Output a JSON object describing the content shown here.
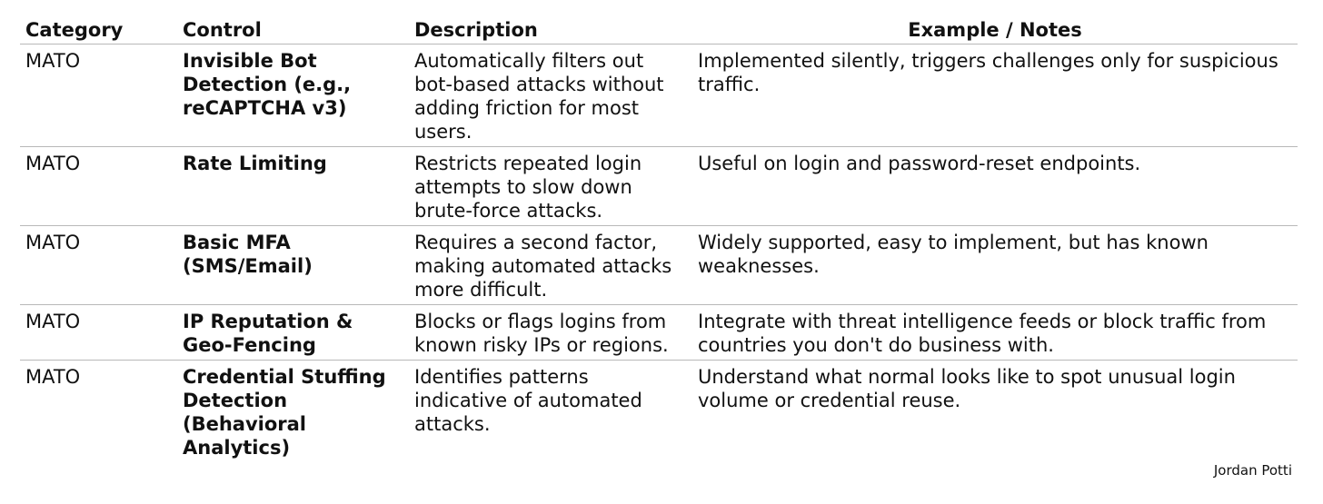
{
  "table": {
    "headers": {
      "category": "Category",
      "control": "Control",
      "description": "Description",
      "notes": "Example / Notes"
    },
    "rows": [
      {
        "category": "MATO",
        "control": "Invisible Bot Detection (e.g., reCAPTCHA v3)",
        "description": "Automatically filters out bot-based attacks without adding friction for most users.",
        "notes": "Implemented silently, triggers challenges only for suspicious traffic."
      },
      {
        "category": "MATO",
        "control": "Rate Limiting",
        "description": "Restricts repeated login attempts to slow down brute-force attacks.",
        "notes": "Useful on login and password-reset endpoints."
      },
      {
        "category": "MATO",
        "control": "Basic MFA (SMS/Email)",
        "description": "Requires a second factor, making automated attacks more difficult.",
        "notes": "Widely supported, easy to implement, but has known weaknesses."
      },
      {
        "category": "MATO",
        "control": "IP Reputation & Geo-Fencing",
        "description": "Blocks or flags logins from known risky IPs or regions.",
        "notes": "Integrate with threat intelligence feeds or block traffic from countries you don't do business with."
      },
      {
        "category": "MATO",
        "control": "Credential Stuffing Detection (Behavioral Analytics)",
        "description": "Identifies patterns indicative of automated attacks.",
        "notes": "Understand what normal looks like to spot unusual login volume or credential reuse."
      }
    ]
  },
  "credit": "Jordan Potti"
}
